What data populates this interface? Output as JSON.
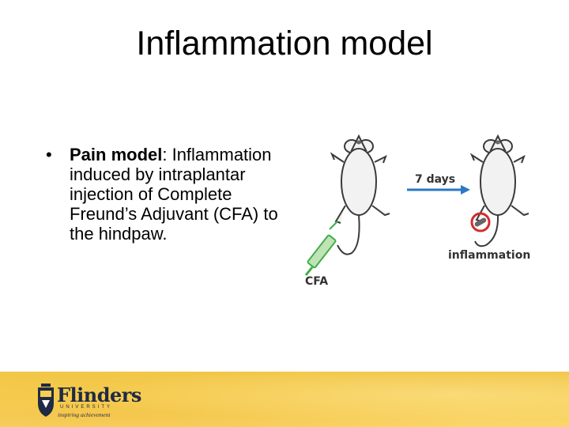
{
  "slide": {
    "title": "Inflammation model"
  },
  "bullet": {
    "marker": "•",
    "label": "Pain model",
    "text": ": Inflammation induced by intraplantar injection of Complete Freund’s Adjuvant (CFA) to the hindpaw."
  },
  "figure": {
    "cfa_label": "CFA",
    "arrow_label": "7 days",
    "outcome_label": "inflammation",
    "colors": {
      "arrow": "#2b78c5",
      "syringe": "#3fae49",
      "marker_circle": "#d62b2b"
    }
  },
  "footer": {
    "logo_name": "Flinders",
    "logo_sub": "UNIVERSITY",
    "logo_tagline": "inspiring achievement"
  }
}
